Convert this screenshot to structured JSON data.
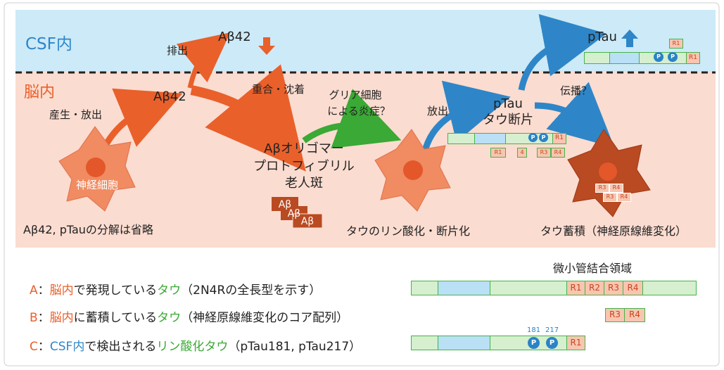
{
  "regions": {
    "csf_label": "CSF内",
    "brain_label": "脳内"
  },
  "labels": {
    "ab42_csf": "Aβ42",
    "excretion": "排出",
    "ab42_brain": "Aβ42",
    "production": "産生・放出",
    "polymerization": "重合・沈着",
    "glia_line1": "グリア細胞",
    "glia_line2": "による炎症？",
    "release": "放出",
    "ptau_brain_line1": "pTau",
    "ptau_brain_line2": "タウ断片",
    "propagation": "伝播？",
    "ptau_csf": "pTau",
    "aggregate_line1": "Aβオリゴマー",
    "aggregate_line2": "プロトフィブリル",
    "aggregate_line3": "老人斑",
    "neuron": "神経細胞",
    "ab_chip": "Aβ",
    "caption_1": "Aβ42, pTauの分解は省略",
    "caption_2": "タウのリン酸化・断片化",
    "caption_3": "タウ蓄積（神経原線維変化）",
    "mtbd": "微小管結合領域"
  },
  "repeats": {
    "r1": "R1",
    "r2": "R2",
    "r3": "R3",
    "r4": "R4",
    "frag4": "4",
    "p": "P",
    "site181": "181",
    "site217": "217"
  },
  "legend": {
    "a_letter": "A",
    "a_colon": "：",
    "a_brain": "脳内",
    "a_mid": "で発現している",
    "a_tau": "タウ",
    "a_note": "（2N4Rの全長型を示す）",
    "b_letter": "B",
    "b_colon": "：",
    "b_brain": "脳内",
    "b_mid": "に蓄積している",
    "b_tau": "タウ",
    "b_note": "（神経原線維変化のコア配列）",
    "c_letter": "C",
    "c_colon": "：",
    "c_csf": "CSF内",
    "c_mid": "で検出される",
    "c_tau": "リン酸化タウ",
    "c_note": "（pTau181, pTau217）"
  },
  "colors": {
    "csf_bg": "#cdeaf8",
    "brain_bg": "#fbdcd0",
    "orange": "#e9602a",
    "blue": "#2e86c8",
    "green": "#3aa935",
    "cell": "#f08b62",
    "tangle_cell": "#b94a22"
  }
}
